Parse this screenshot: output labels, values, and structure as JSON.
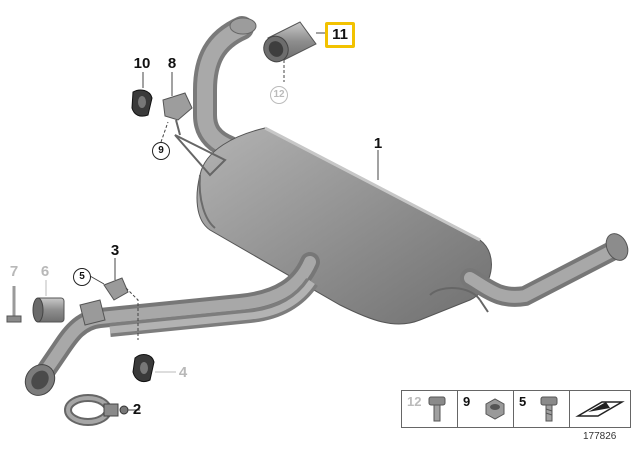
{
  "callouts": {
    "c1": "1",
    "c2": "2",
    "c3": "3",
    "c4": "4",
    "c5": "5",
    "c6": "6",
    "c7": "7",
    "c8": "8",
    "c9": "9",
    "c10": "10",
    "c11": "11",
    "c12": "12"
  },
  "legend": {
    "cell1": "12",
    "cell2": "9",
    "cell3": "5"
  },
  "reference": "177826",
  "colors": {
    "highlight": "#f2c200",
    "part": "#8a8a8a",
    "faded": "#b8b8b8"
  }
}
